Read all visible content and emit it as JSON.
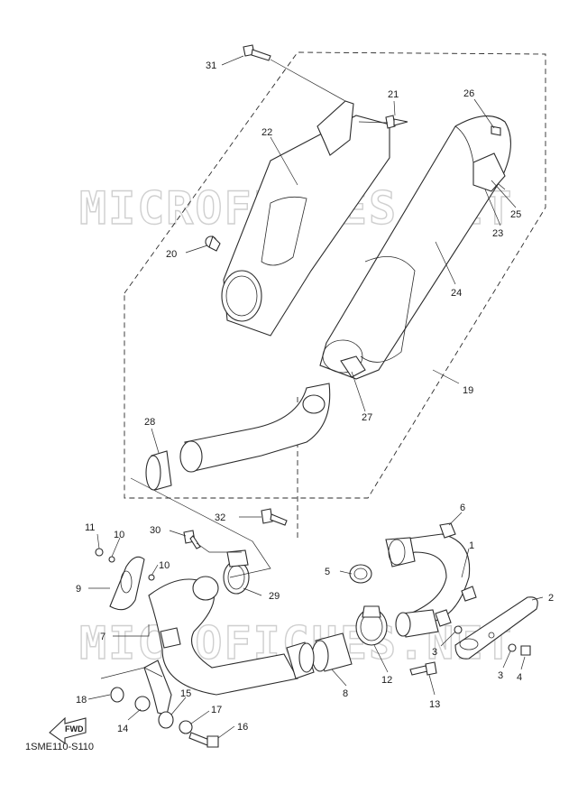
{
  "watermarks": [
    "MICROFICHES.NET",
    "MICROFICHES.NET"
  ],
  "diagram_code": "1SME110-S110",
  "fwd_label": "FWD",
  "callouts": [
    "1",
    "2",
    "3",
    "3",
    "4",
    "5",
    "6",
    "7",
    "8",
    "9",
    "10",
    "10",
    "11",
    "12",
    "13",
    "14",
    "15",
    "16",
    "17",
    "18",
    "19",
    "20",
    "21",
    "22",
    "23",
    "24",
    "25",
    "26",
    "27",
    "28",
    "29",
    "30",
    "31",
    "32"
  ]
}
